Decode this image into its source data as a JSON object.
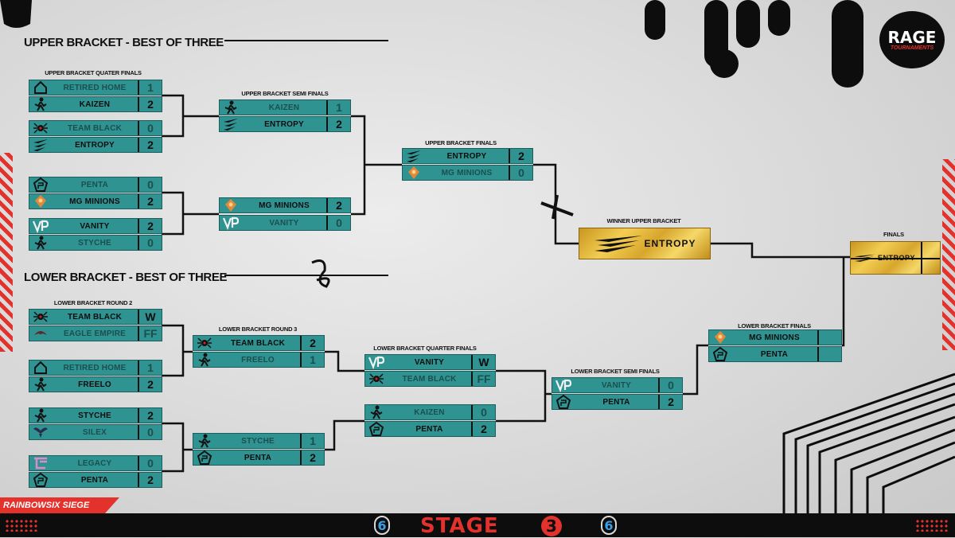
{
  "logo": {
    "name": "RAGE",
    "sub": "TOURNAMENTS"
  },
  "game_logo": "RAINBOWSIX SIEGE",
  "footer": {
    "stage_label": "STAGE",
    "stage_number": "3"
  },
  "upper_heading": "UPPER BRACKET - BEST OF THREE",
  "lower_heading": "LOWER BRACKET - BEST OF THREE",
  "labels": {
    "ub_qf": "UPPER BRACKET QUATER FINALS",
    "ub_sf": "UPPER BRACKET SEMI FINALS",
    "ub_f": "UPPER BRACKET FINALS",
    "winner_ub": "WINNER UPPER BRACKET",
    "finals": "FINALS",
    "lb_r2": "LOWER BRACKET ROUND 2",
    "lb_r3": "LOWER BRACKET ROUND 3",
    "lb_qf": "LOWER BRACKET QUARTER FINALS",
    "lb_sf": "LOWER BRACKET SEMI FINALS",
    "lb_f": "LOWER BRACKET FINALS"
  },
  "colors": {
    "team_box": "#2f9392",
    "gold": "#e2b43a",
    "accent_red": "#e3312c"
  },
  "ub_qf": [
    {
      "top": {
        "team": "RETIRED HOME",
        "score": "1",
        "icon": "house-icon"
      },
      "bottom": {
        "team": "KAIZEN",
        "score": "2",
        "icon": "fighter-icon"
      }
    },
    {
      "top": {
        "team": "TEAM BLACK",
        "score": "0",
        "icon": "spider-icon"
      },
      "bottom": {
        "team": "ENTROPY",
        "score": "2",
        "icon": "swoosh-icon"
      }
    },
    {
      "top": {
        "team": "PENTA",
        "score": "0",
        "icon": "pentagon-icon"
      },
      "bottom": {
        "team": "MG MINIONS",
        "score": "2",
        "icon": "minion-icon"
      }
    },
    {
      "top": {
        "team": "VANITY",
        "score": "2",
        "icon": "vp-icon"
      },
      "bottom": {
        "team": "STYCHE",
        "score": "0",
        "icon": "fighter-icon"
      }
    }
  ],
  "ub_sf": [
    {
      "top": {
        "team": "KAIZEN",
        "score": "1",
        "icon": "fighter-icon"
      },
      "bottom": {
        "team": "ENTROPY",
        "score": "2",
        "icon": "swoosh-icon"
      }
    },
    {
      "top": {
        "team": "MG MINIONS",
        "score": "2",
        "icon": "minion-icon"
      },
      "bottom": {
        "team": "VANITY",
        "score": "0",
        "icon": "vp-icon"
      }
    }
  ],
  "ub_f": {
    "top": {
      "team": "ENTROPY",
      "score": "2",
      "icon": "swoosh-icon"
    },
    "bottom": {
      "team": "MG MINIONS",
      "score": "0",
      "icon": "minion-icon"
    }
  },
  "winner_ub": "ENTROPY",
  "finals": "ENTROPY",
  "lb_r2": [
    {
      "top": {
        "team": "TEAM BLACK",
        "score": "W",
        "icon": "spider-icon"
      },
      "bottom": {
        "team": "EAGLE EMPIRE",
        "score": "FF",
        "icon": "eagle-icon"
      }
    },
    {
      "top": {
        "team": "RETIRED HOME",
        "score": "1",
        "icon": "house-icon"
      },
      "bottom": {
        "team": "FREELO",
        "score": "2",
        "icon": "fighter-icon"
      }
    },
    {
      "top": {
        "team": "STYCHE",
        "score": "2",
        "icon": "fighter-icon"
      },
      "bottom": {
        "team": "SILEX",
        "score": "0",
        "icon": "wings-icon"
      }
    },
    {
      "top": {
        "team": "LEGACY",
        "score": "0",
        "icon": "legacy-icon"
      },
      "bottom": {
        "team": "PENTA",
        "score": "2",
        "icon": "pentagon-icon"
      }
    }
  ],
  "lb_r3": [
    {
      "top": {
        "team": "TEAM BLACK",
        "score": "2",
        "icon": "spider-icon"
      },
      "bottom": {
        "team": "FREELO",
        "score": "1",
        "icon": "fighter-icon"
      }
    },
    {
      "top": {
        "team": "STYCHE",
        "score": "1",
        "icon": "fighter-icon"
      },
      "bottom": {
        "team": "PENTA",
        "score": "2",
        "icon": "pentagon-icon"
      }
    }
  ],
  "lb_qf": [
    {
      "top": {
        "team": "VANITY",
        "score": "W",
        "icon": "vp-icon"
      },
      "bottom": {
        "team": "TEAM BLACK",
        "score": "FF",
        "icon": "spider-icon"
      }
    },
    {
      "top": {
        "team": "KAIZEN",
        "score": "0",
        "icon": "fighter-icon"
      },
      "bottom": {
        "team": "PENTA",
        "score": "2",
        "icon": "pentagon-icon"
      }
    }
  ],
  "lb_sf": {
    "top": {
      "team": "VANITY",
      "score": "0",
      "icon": "vp-icon"
    },
    "bottom": {
      "team": "PENTA",
      "score": "2",
      "icon": "pentagon-icon"
    }
  },
  "lb_f": {
    "top": {
      "team": "MG MINIONS",
      "score": "",
      "icon": "minion-icon"
    },
    "bottom": {
      "team": "PENTA",
      "score": "",
      "icon": "pentagon-icon"
    }
  }
}
